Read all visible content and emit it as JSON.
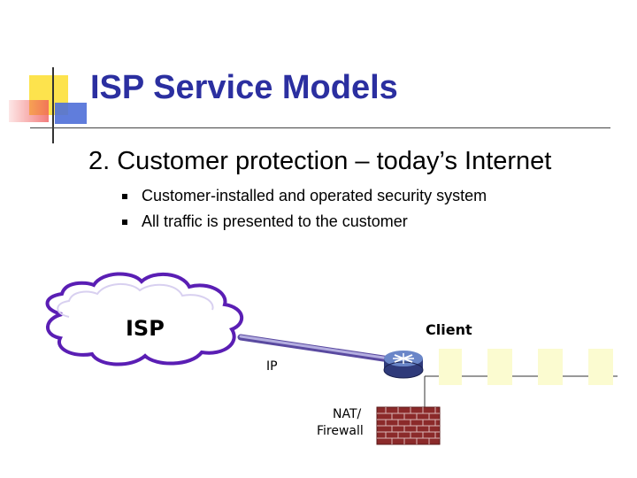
{
  "slide": {
    "title": "ISP Service Models",
    "subtitle": "2. Customer protection – today’s Internet",
    "bullets": [
      "Customer-installed and operated security system",
      "All traffic is presented to the customer"
    ]
  },
  "diagram": {
    "isp_label": "ISP",
    "client_label": "Client",
    "link_label": "IP",
    "firewall_label_line1": "NAT/",
    "firewall_label_line2": "Firewall"
  },
  "colors": {
    "title": "#2b2fa0",
    "cloud_outline": "#5a1eb4",
    "link": "#8c82c8",
    "deco_yellow": "#fde34d",
    "deco_blue": "#4f6fd8",
    "deco_red": "#ef5b5b",
    "host_fill": "#fbfbd0",
    "brick": "#8b2a2a"
  }
}
